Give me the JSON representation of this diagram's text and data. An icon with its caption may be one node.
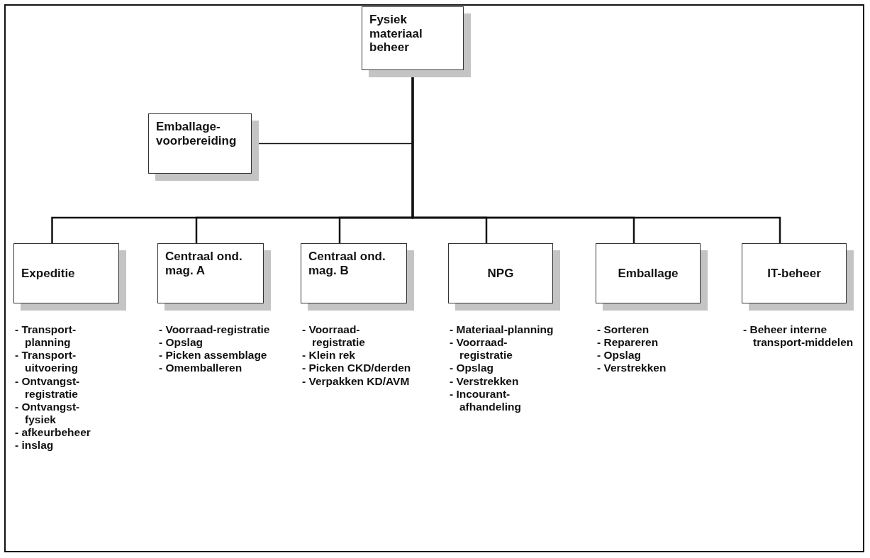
{
  "diagram": {
    "nodes": [
      {
        "text": [
          "Fysiek materiaal beheer"
        ]
      },
      {
        "text": [
          "Emballage-voorbereiding"
        ]
      },
      {
        "text": [
          "Expeditie"
        ],
        "beside": [
          "- Transport-planning",
          "- Transport-uitvoering",
          "- Ontvangst-registratie",
          "- Ontvangst-fysiek",
          "- afkeurbeheer",
          "- inslag"
        ]
      },
      {
        "text": [
          "Centraal ond. mag. A"
        ],
        "beside": [
          "- Voorraad-registratie",
          "- Opslag",
          "- Picken assemblage",
          "- Omemballeren"
        ]
      },
      {
        "text": [
          "Centraal ond. mag. B"
        ],
        "beside": [
          "- Voorraad-registratie",
          "- Klein rek",
          "- Picken CKD/derden",
          "- Verpakken KD/AVM"
        ]
      },
      {
        "text": [
          "NPG"
        ],
        "beside": [
          "- Materiaal-planning",
          "- Voorraad-registratie",
          "- Opslag",
          "- Verstrekken",
          "- Incourant-afhandeling"
        ]
      },
      {
        "text": [
          "Emballage"
        ],
        "beside": [
          "- Sorteren",
          "- Repareren",
          "- Opslag",
          "- Verstrekken"
        ]
      },
      {
        "text": [
          "IT-beheer"
        ],
        "beside": [
          "- Beheer interne transport-middelen"
        ]
      }
    ],
    "edges": [
      {
        "from": 0,
        "to": 1,
        "arrow": "none"
      },
      {
        "from": 0,
        "to": 2,
        "arrow": "none"
      },
      {
        "from": 0,
        "to": 3,
        "arrow": "none"
      },
      {
        "from": 0,
        "to": 4,
        "arrow": "none"
      },
      {
        "from": 0,
        "to": 5,
        "arrow": "none"
      },
      {
        "from": 0,
        "to": 6,
        "arrow": "none"
      },
      {
        "from": 0,
        "to": 7,
        "arrow": "none"
      }
    ]
  }
}
